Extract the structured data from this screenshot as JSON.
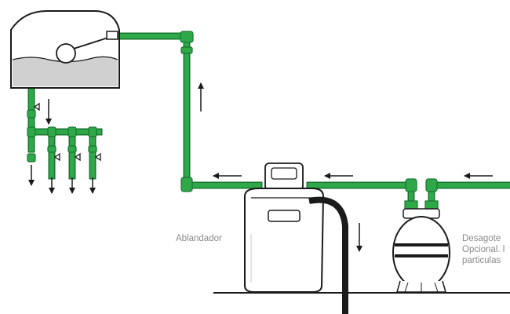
{
  "labels": {
    "softener": "Ablandador",
    "filter_line1": "Desagote",
    "filter_line2": "Opcional. l",
    "filter_line3": "particulas"
  },
  "colors": {
    "pipe": "#2fa84a",
    "pipe_dark": "#17762f",
    "pipe_light": "#7fd08e",
    "outline": "#1a1a1a",
    "water": "#d0d0d0",
    "label": "#8a8a8a"
  },
  "icons": {
    "flow_arrow": "arrow-icon",
    "valve": "valve-handle-icon"
  }
}
